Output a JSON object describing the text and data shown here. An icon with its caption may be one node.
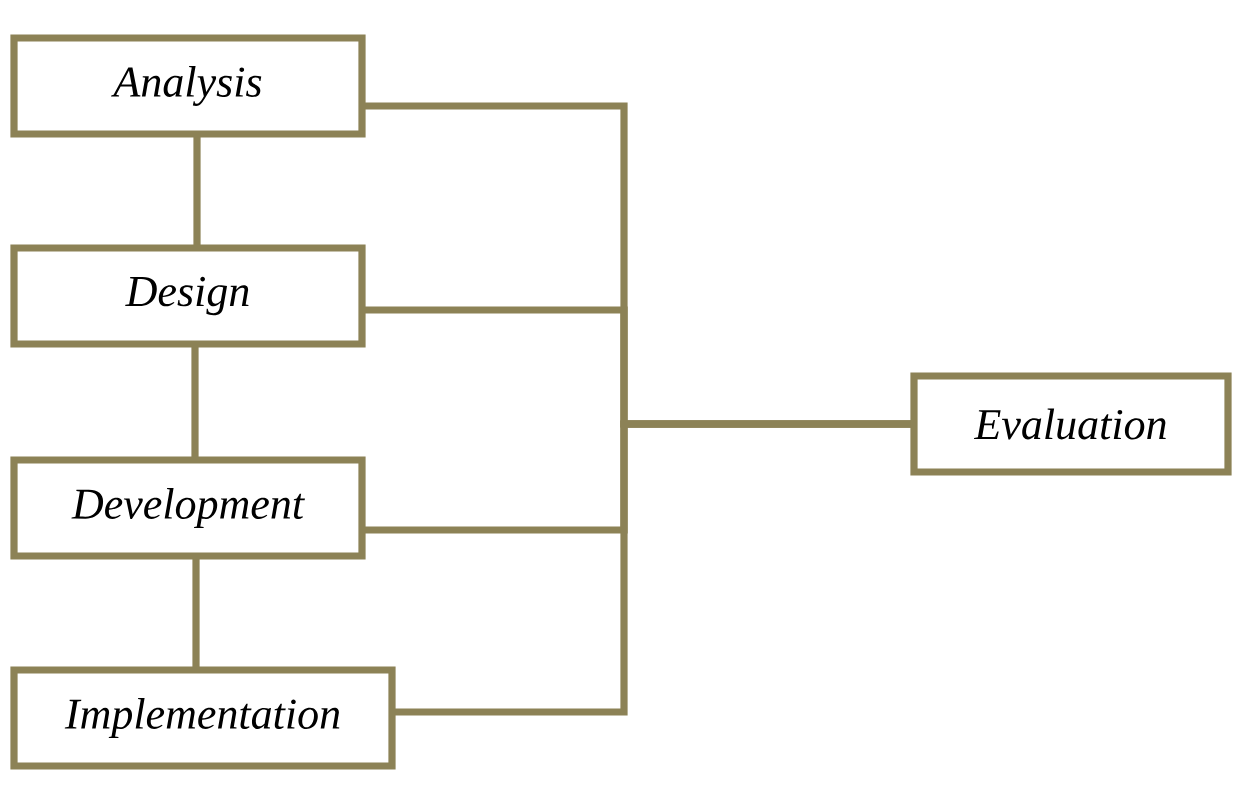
{
  "diagram": {
    "nodes": [
      {
        "text": [
          "Analysis"
        ]
      },
      {
        "text": [
          "Design"
        ]
      },
      {
        "text": [
          "Development"
        ]
      },
      {
        "text": [
          "Implementation"
        ]
      },
      {
        "text": [
          "Evaluation"
        ]
      }
    ],
    "edges": [
      {
        "from": 0,
        "to": 1,
        "arrow": "none"
      },
      {
        "from": 1,
        "to": 2,
        "arrow": "none"
      },
      {
        "from": 2,
        "to": 3,
        "arrow": "none"
      },
      {
        "from": 0,
        "to": 4,
        "arrow": "none"
      },
      {
        "from": 1,
        "to": 4,
        "arrow": "none"
      },
      {
        "from": 2,
        "to": 4,
        "arrow": "none"
      },
      {
        "from": 3,
        "to": 4,
        "arrow": "none"
      }
    ]
  }
}
